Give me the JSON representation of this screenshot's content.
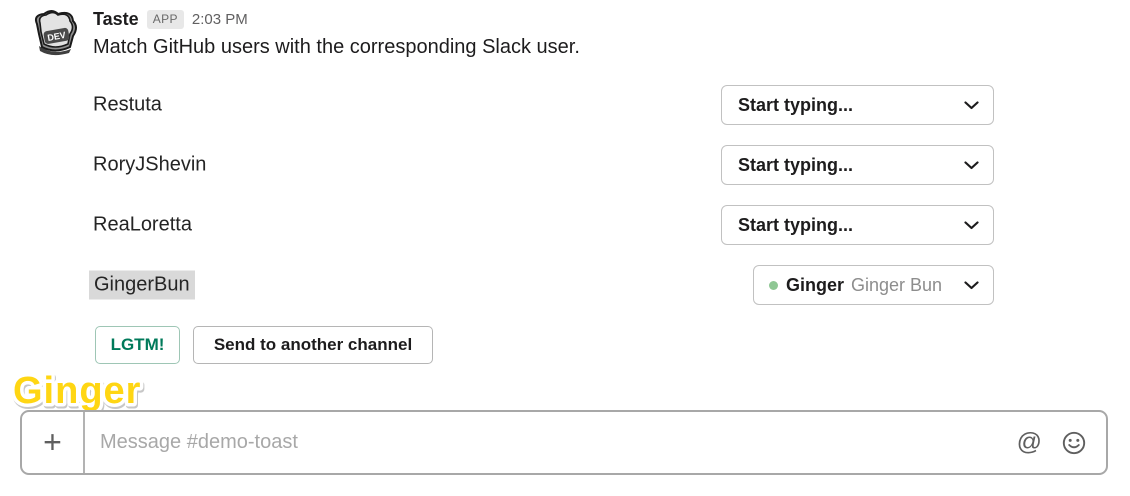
{
  "colors": {
    "accent_green": "#007a5a",
    "presence_green": "#8fc794",
    "selection_gray": "#d9d9d9",
    "cursor_yellow": "#ffd613",
    "border_gray": "#a8a8a8"
  },
  "avatar": {
    "badge_text": "DEV"
  },
  "header": {
    "app_name": "Taste",
    "app_badge": "APP",
    "timestamp": "2:03 PM"
  },
  "message": {
    "text": "Match GitHub users with the corresponding Slack user."
  },
  "rows": [
    {
      "github_user": "Restuta",
      "dropdown": {
        "state": "empty",
        "label": "Start typing..."
      }
    },
    {
      "github_user": "RoryJShevin",
      "dropdown": {
        "state": "empty",
        "label": "Start typing..."
      }
    },
    {
      "github_user": "ReaLoretta",
      "dropdown": {
        "state": "empty",
        "label": "Start typing..."
      }
    },
    {
      "github_user": "GingerBun",
      "highlighted": true,
      "dropdown": {
        "state": "selected",
        "presence": "active",
        "selected_user": "Ginger",
        "selected_full_name": "Ginger Bun"
      }
    }
  ],
  "actions": {
    "lgtm_label": "LGTM!",
    "send_label": "Send to another channel"
  },
  "cursor_overlay": {
    "user_label": "Ginger"
  },
  "composer": {
    "plus_glyph": "+",
    "placeholder": "Message #demo-toast",
    "at_glyph": "@"
  }
}
